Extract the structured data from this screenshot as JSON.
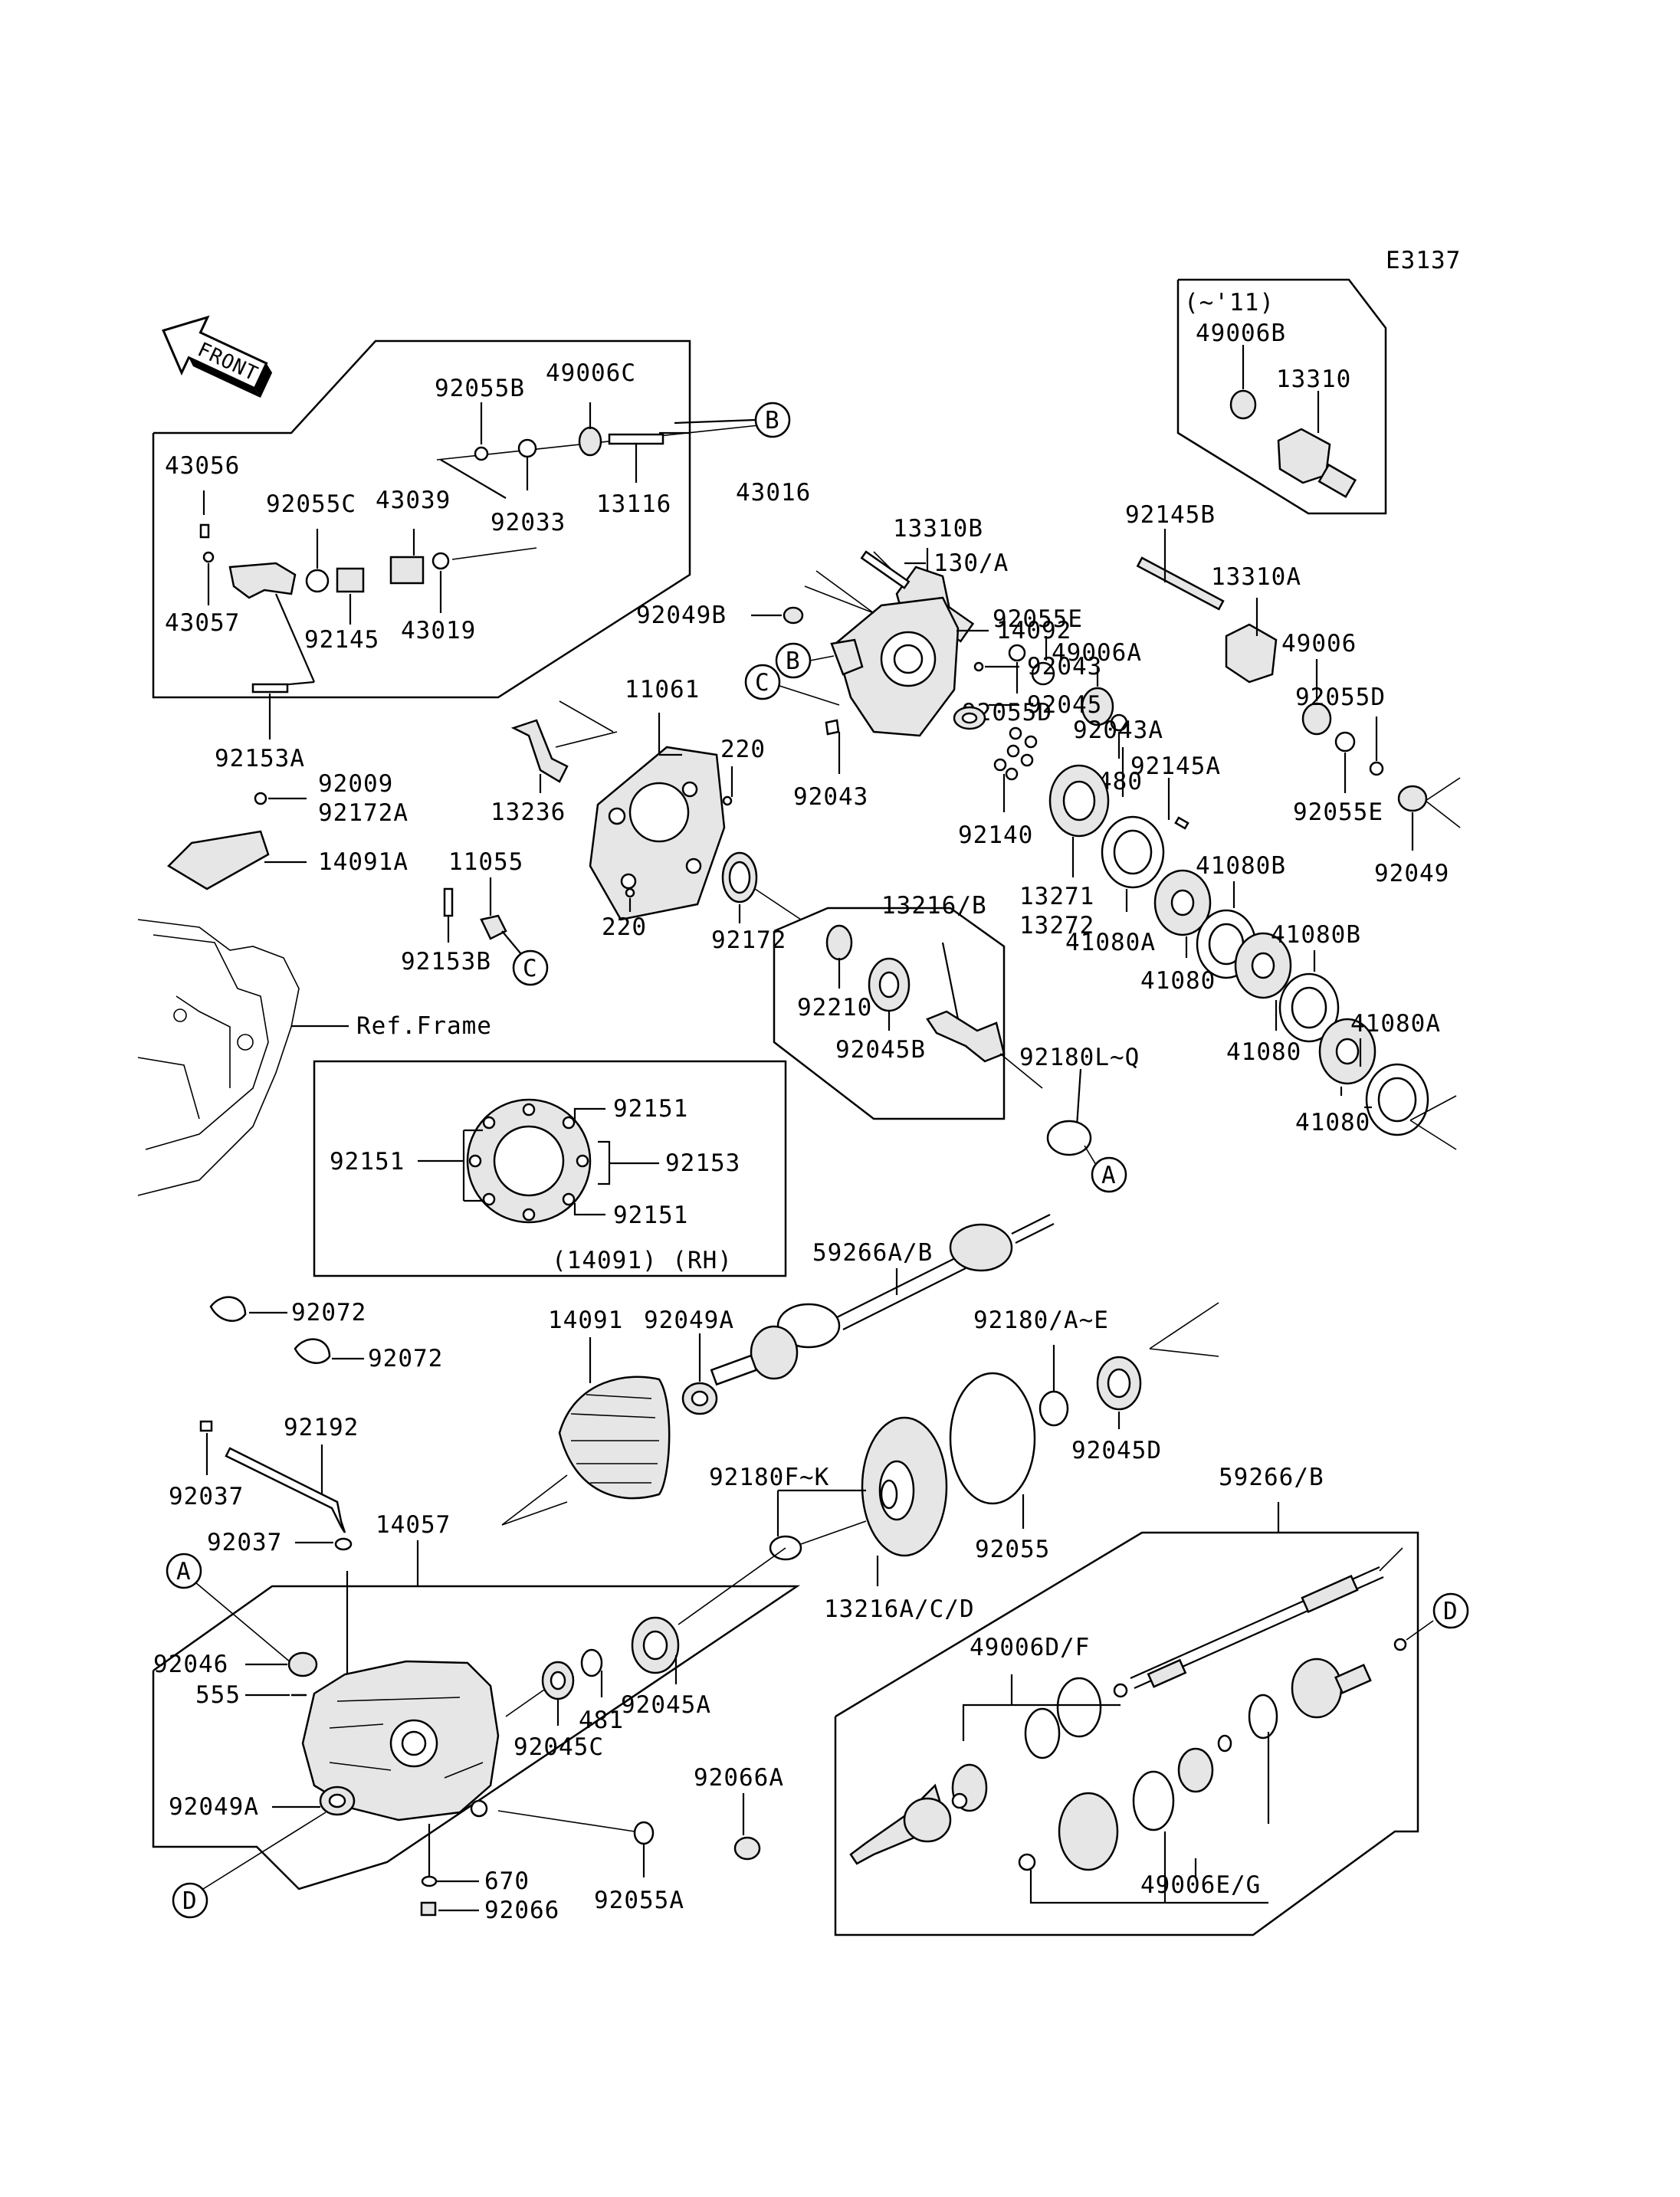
{
  "diagram_code": "E3137",
  "front_arrow": "FRONT",
  "ref_frame": "Ref.Frame",
  "variant_note": "(~'11)",
  "rh_box_caption": "(14091) (RH)",
  "callouts": {
    "a": "A",
    "b": "B",
    "c": "C",
    "d": "D"
  },
  "parts": {
    "p43016": "43016",
    "p92055b": "92055B",
    "p49006c": "49006C",
    "p43056": "43056",
    "p92055c": "92055C",
    "p43039": "43039",
    "p92033": "92033",
    "p13116": "13116",
    "p43057": "43057",
    "p92145": "92145",
    "p43019": "43019",
    "p92153a": "92153A",
    "p92009": "92009",
    "p92172a": "92172A",
    "p14091a": "14091A",
    "p11055": "11055",
    "p92153b": "92153B",
    "p11061": "11061",
    "p13236": "13236",
    "p220a": "220",
    "p220b": "220",
    "p92172": "92172",
    "p13310b": "13310B",
    "p92055e_top": "92055E",
    "p49006a": "49006A",
    "p92055d_top": "92055D",
    "p92145b": "92145B",
    "p130a": "130/A",
    "p92049b": "92049B",
    "p14092": "14092",
    "p92043_top": "92043",
    "p92045": "92045",
    "p92043_bot": "92043",
    "p480": "480",
    "p13310a": "13310A",
    "p49006": "49006",
    "p92055d_r": "92055D",
    "p92055e_r": "92055E",
    "p92049_r": "92049",
    "p49006b": "49006B",
    "p13310": "13310",
    "p92043a": "92043A",
    "p92145a": "92145A",
    "p92140": "92140",
    "p13271": "13271",
    "p13272": "13272",
    "p41080b_1": "41080B",
    "p41080a_1": "41080A",
    "p41080_1": "41080",
    "p41080b_2": "41080B",
    "p41080a_2": "41080A",
    "p41080_2": "41080",
    "p41080_3": "41080",
    "p13216b": "13216/B",
    "p92210": "92210",
    "p92045b": "92045B",
    "p92180lq": "92180L~Q",
    "p92151_1": "92151",
    "p92151_2": "92151",
    "p92151_3": "92151",
    "p92153": "92153",
    "p92072_1": "92072",
    "p92072_2": "92072",
    "p59266ab": "59266A/B",
    "p14091": "14091",
    "p92049a_mid": "92049A",
    "p92180ae": "92180/A~E",
    "p92045d": "92045D",
    "p92192": "92192",
    "p92037_1": "92037",
    "p92037_2": "92037",
    "p14057": "14057",
    "p92180fk": "92180F~K",
    "p92055": "92055",
    "p13216acd": "13216A/C/D",
    "p59266b": "59266/B",
    "p92046": "92046",
    "p555": "555",
    "p481": "481",
    "p92045a": "92045A",
    "p92045c": "92045C",
    "p49006df": "49006D/F",
    "p92049a_bot": "92049A",
    "p92066a": "92066A",
    "p670": "670",
    "p92066": "92066",
    "p92055a": "92055A",
    "p49006eg": "49006E/G"
  }
}
